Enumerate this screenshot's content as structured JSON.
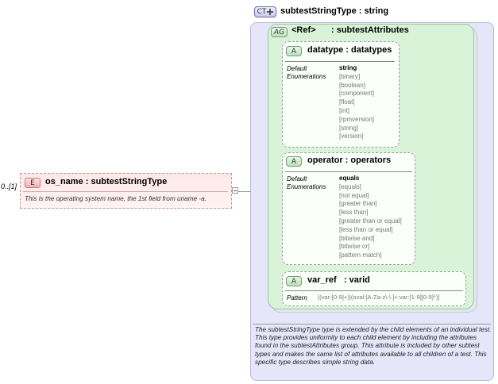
{
  "element": {
    "badge": "E",
    "cardinality": "0..[1]",
    "title": "os_name : subtestStringType",
    "description": "This is the operating system name, the 1st field from uname -a."
  },
  "complex_type": {
    "badge": "CT",
    "title": "subtestStringType : string",
    "description": "The subtestStringType type is extended by the child elements of an individual test.  This type provides uniformity to each child element by including the attributes found in the subtestAttributes group.  This attribute is included by other subtest types and makes the same list of attributes available to all children of a test.  This specific type describes simple string data."
  },
  "attribute_group": {
    "badge": "AG",
    "ref": "<Ref>",
    "name": ": subtestAttributes"
  },
  "attributes": {
    "datatype": {
      "badge": "A",
      "title": "datatype : datatypes",
      "default_label": "Default",
      "enum_label": "Enumerations",
      "default_value": "string",
      "enums": [
        "[binary]",
        "[boolean]",
        "[component]",
        "[float]",
        "[int]",
        "[rpmversion]",
        "[string]",
        "[version]"
      ]
    },
    "operator": {
      "badge": "A",
      "title": "operator : operators",
      "default_label": "Default",
      "enum_label": "Enumerations",
      "default_value": "equals",
      "enums": [
        "[equals]",
        "[not equal]",
        "[greater than]",
        "[less than]",
        "[greater than or equal]",
        "[less than or equal]",
        "[bitwise and]",
        "[bitwise or]",
        "[pattern match]"
      ]
    },
    "var_ref": {
      "badge": "A",
      "title": "var_ref   : varid",
      "pattern_label": "Pattern",
      "pattern_value": "[(var-[0-9]+)|(oval:[A-Za-z\\-\\.]+:var:[1-9][0-9]*)]"
    }
  },
  "colors": {
    "element_fill": "#fde8e8",
    "complex_type_fill": "#e6e6fa",
    "attribute_group_fill": "#d8f3d8",
    "attribute_fill": "#fafffa"
  }
}
